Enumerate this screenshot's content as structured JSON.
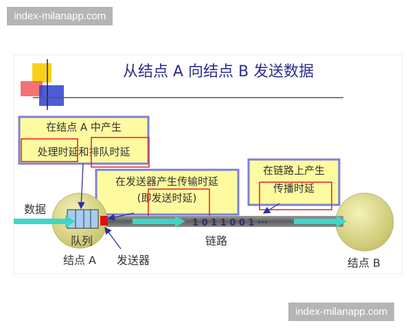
{
  "watermark": {
    "top": "index-milanapp.com",
    "bottom": "index-milanapp.com"
  },
  "slide": {
    "title": "从结点 A 向结点 B 发送数据",
    "box_node": {
      "line1": "在结点 A 中产生",
      "line2": "处理时延和排队时延"
    },
    "box_sender": {
      "line1": "在发送器产生传输时延",
      "line2": "(即发送时延)"
    },
    "box_link": {
      "line1": "在链路上产生",
      "line2": "传播时延"
    },
    "labels": {
      "data": "数据",
      "queue": "队列",
      "node_a": "结点 A",
      "sender": "发送器",
      "link": "链路",
      "node_b": "结点 B",
      "bits": "1 0 1 1 0 0 1  ···"
    }
  },
  "colors": {
    "title": "#2a2f8f",
    "box_fill": "#fdfaa0",
    "box_border": "#7c7fd6",
    "highlight": "#e02020",
    "arrow": "#3ed6c8",
    "node": "#e7e49a"
  }
}
